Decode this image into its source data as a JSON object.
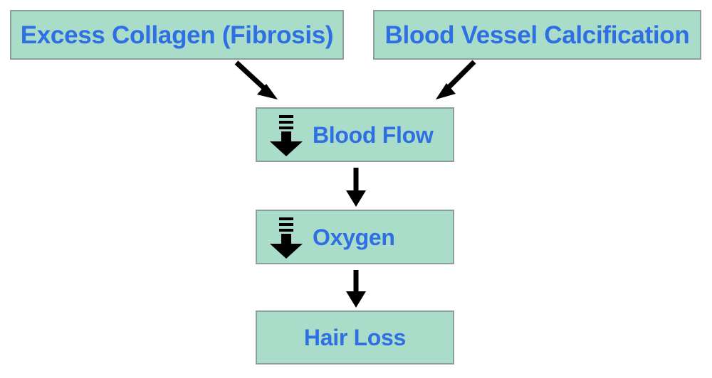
{
  "diagram": {
    "title": "Hair Loss Pathway Flowchart",
    "theme": {
      "node_fill": "#a9dcc9",
      "node_border": "#8d9d99",
      "label_color": "#2f6fe4",
      "arrow_color": "#000000",
      "background": "#ffffff"
    },
    "nodes": [
      {
        "id": "collagen",
        "label": "Excess Collagen (Fibrosis)",
        "icon": null
      },
      {
        "id": "calcification",
        "label": "Blood Vessel Calcification",
        "icon": null
      },
      {
        "id": "bloodflow",
        "label": "Blood Flow",
        "icon": "decrease-down-arrow-icon"
      },
      {
        "id": "oxygen",
        "label": "Oxygen",
        "icon": "decrease-down-arrow-icon"
      },
      {
        "id": "hairloss",
        "label": "Hair Loss",
        "icon": null
      }
    ],
    "edges": [
      {
        "id": "collagen-to-bloodflow",
        "from": "collagen",
        "to": "bloodflow",
        "style": "diagonal-arrow"
      },
      {
        "id": "calcification-to-bloodflow",
        "from": "calcification",
        "to": "bloodflow",
        "style": "diagonal-arrow"
      },
      {
        "id": "bloodflow-to-oxygen",
        "from": "bloodflow",
        "to": "oxygen",
        "style": "vertical-arrow"
      },
      {
        "id": "oxygen-to-hairloss",
        "from": "oxygen",
        "to": "hairloss",
        "style": "vertical-arrow"
      }
    ]
  }
}
